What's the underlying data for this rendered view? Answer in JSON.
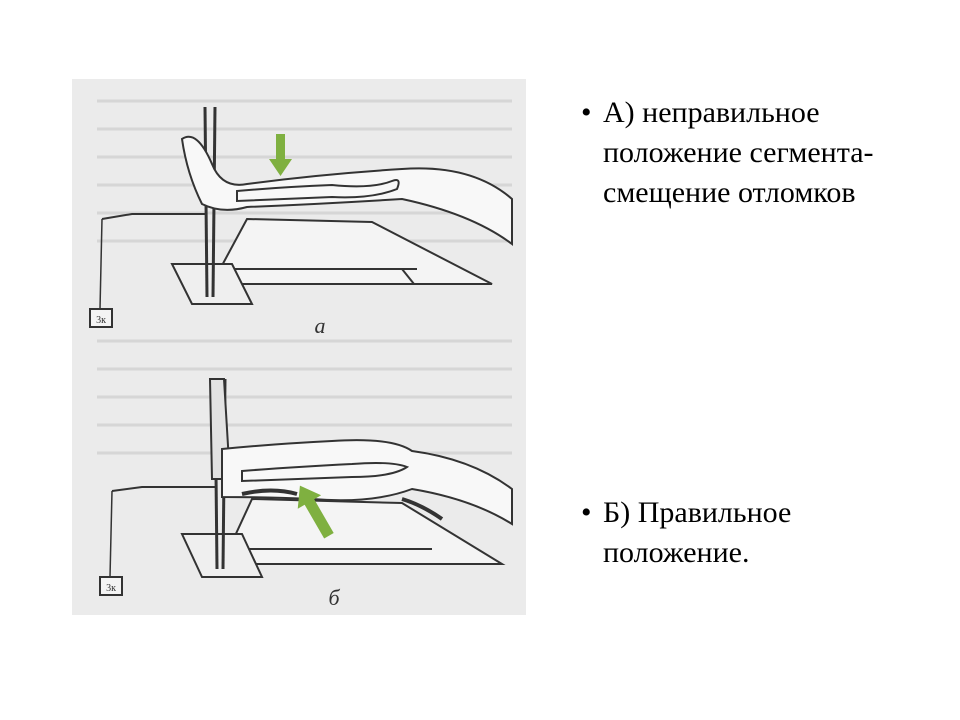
{
  "figure": {
    "label_a": "a",
    "label_b": "б",
    "weight_a": "3к",
    "weight_b": "3к",
    "arrow_color": "#7fb040"
  },
  "bullets": [
    {
      "marker": "•",
      "text": "А) неправильное положение сегмента-смещение отломков"
    },
    {
      "marker": "•",
      "text": "Б) Правильное положение."
    }
  ]
}
